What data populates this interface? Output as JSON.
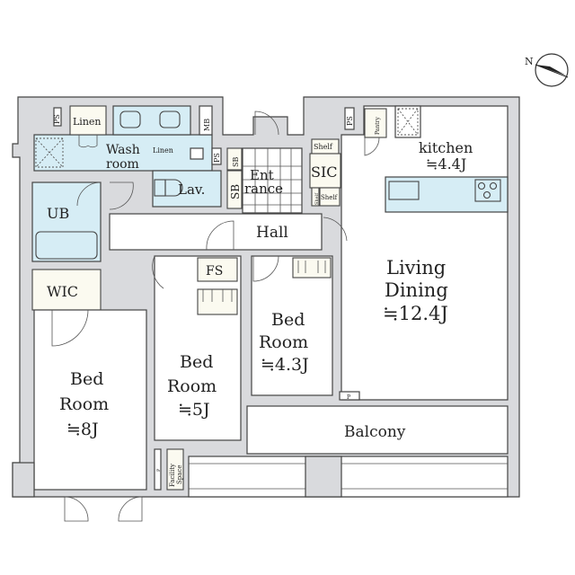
{
  "compass": {
    "north_label": "N"
  },
  "rooms": {
    "wash_room": {
      "line1": "Wash",
      "line2": "room"
    },
    "linen_1": "Linen",
    "linen_2": "Linen",
    "ps_1": "PS",
    "ps_2": "PS",
    "ps_3": "PS",
    "mb": "MB",
    "lav": "Lav.",
    "sb_1": "SB",
    "sb_2": "SB",
    "entrance": {
      "line1": "Ent",
      "line2": "rance"
    },
    "sic": "SIC",
    "shelf_1": "Shelf",
    "shelf_2": "Shelf",
    "shelf_3": "Shelf",
    "pantry": "Pantry",
    "kitchen": {
      "name": "kitchen",
      "size": "≒4.4J"
    },
    "ub": "UB",
    "wic": "WIC",
    "hall": "Hall",
    "fs": "FS",
    "bed_8j": {
      "line1": "Bed",
      "line2": "Room",
      "size": "≒8J"
    },
    "bed_5j": {
      "line1": "Bed",
      "line2": "Room",
      "size": "≒5J"
    },
    "bed_43j": {
      "line1": "Bed",
      "line2": "Room",
      "size": "≒4.3J"
    },
    "living": {
      "line1": "Living",
      "line2": "Dining",
      "size": "≒12.4J"
    },
    "balcony": "Balcony",
    "facility_space": {
      "line1": "Facility",
      "line2": "Space"
    },
    "p_1": "P",
    "p_2": "P"
  }
}
